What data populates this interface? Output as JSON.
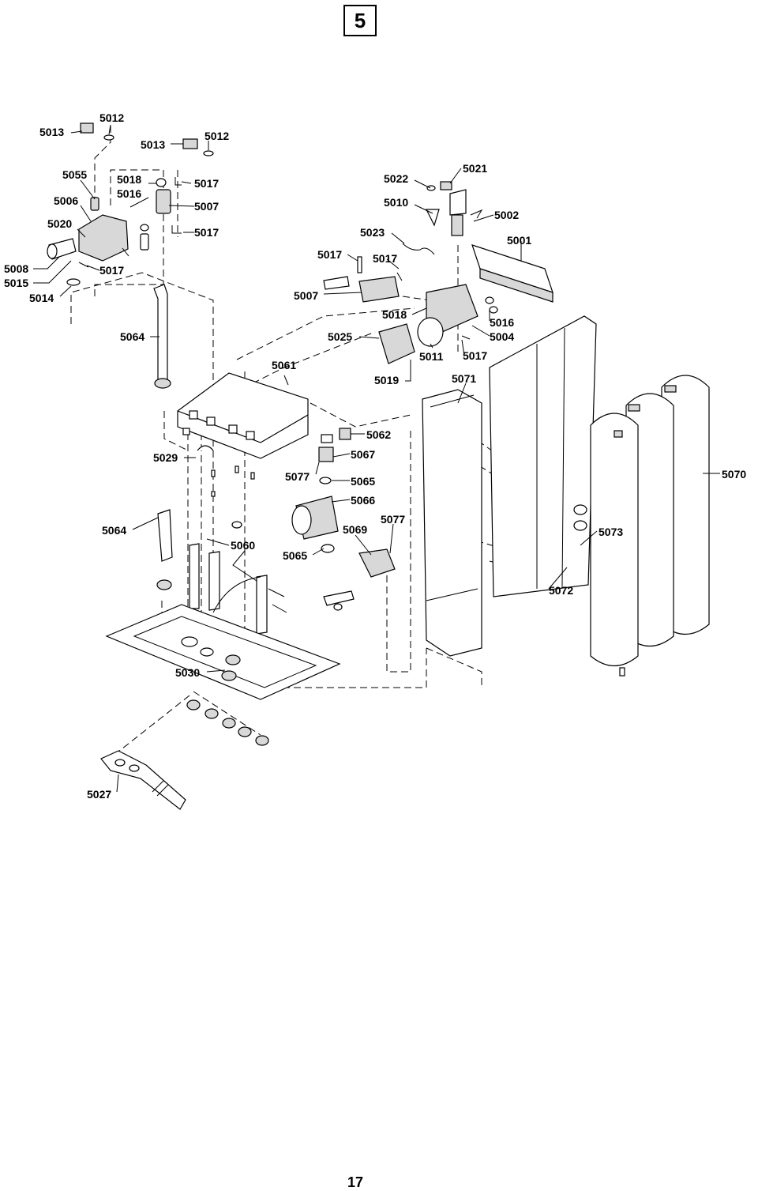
{
  "section_label": "5",
  "page_number": "17",
  "parts": [
    {
      "id": "p5013a",
      "text": "5013"
    },
    {
      "id": "p5012a",
      "text": "5012"
    },
    {
      "id": "p5013b",
      "text": "5013"
    },
    {
      "id": "p5012b",
      "text": "5012"
    },
    {
      "id": "p5055",
      "text": "5055"
    },
    {
      "id": "p5006",
      "text": "5006"
    },
    {
      "id": "p5020",
      "text": "5020"
    },
    {
      "id": "p5018a",
      "text": "5018"
    },
    {
      "id": "p5016a",
      "text": "5016"
    },
    {
      "id": "p5017a",
      "text": "5017"
    },
    {
      "id": "p5007a",
      "text": "5007"
    },
    {
      "id": "p5017b",
      "text": "5017"
    },
    {
      "id": "p5008",
      "text": "5008"
    },
    {
      "id": "p5015",
      "text": "5015"
    },
    {
      "id": "p5014",
      "text": "5014"
    },
    {
      "id": "p5017c",
      "text": "5017"
    },
    {
      "id": "p5064a",
      "text": "5064"
    },
    {
      "id": "p5022",
      "text": "5022"
    },
    {
      "id": "p5021",
      "text": "5021"
    },
    {
      "id": "p5010",
      "text": "5010"
    },
    {
      "id": "p5002",
      "text": "5002"
    },
    {
      "id": "p5023",
      "text": "5023"
    },
    {
      "id": "p5001",
      "text": "5001"
    },
    {
      "id": "p5017d",
      "text": "5017"
    },
    {
      "id": "p5017e",
      "text": "5017"
    },
    {
      "id": "p5007b",
      "text": "5007"
    },
    {
      "id": "p5018b",
      "text": "5018"
    },
    {
      "id": "p5016b",
      "text": "5016"
    },
    {
      "id": "p5025",
      "text": "5025"
    },
    {
      "id": "p5004",
      "text": "5004"
    },
    {
      "id": "p5011",
      "text": "5011"
    },
    {
      "id": "p5017f",
      "text": "5017"
    },
    {
      "id": "p5061",
      "text": "5061"
    },
    {
      "id": "p5019",
      "text": "5019"
    },
    {
      "id": "p5071",
      "text": "5071"
    },
    {
      "id": "p5062",
      "text": "5062"
    },
    {
      "id": "p5029",
      "text": "5029"
    },
    {
      "id": "p5067",
      "text": "5067"
    },
    {
      "id": "p5077a",
      "text": "5077"
    },
    {
      "id": "p5065a",
      "text": "5065"
    },
    {
      "id": "p5070",
      "text": "5070"
    },
    {
      "id": "p5066",
      "text": "5066"
    },
    {
      "id": "p5064b",
      "text": "5064"
    },
    {
      "id": "p5077b",
      "text": "5077"
    },
    {
      "id": "p5069",
      "text": "5069"
    },
    {
      "id": "p5073",
      "text": "5073"
    },
    {
      "id": "p5060",
      "text": "5060"
    },
    {
      "id": "p5065b",
      "text": "5065"
    },
    {
      "id": "p5072",
      "text": "5072"
    },
    {
      "id": "p5030",
      "text": "5030"
    },
    {
      "id": "p5027",
      "text": "5027"
    }
  ]
}
